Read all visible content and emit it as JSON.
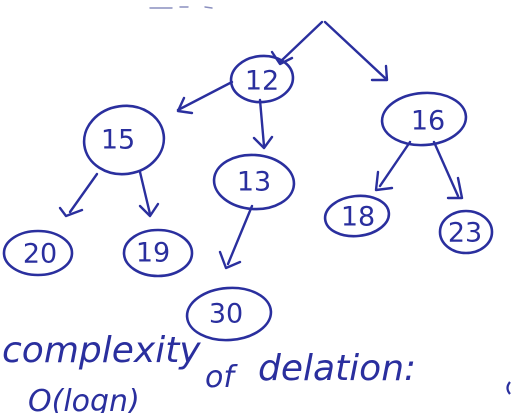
{
  "tree": {
    "nodes": [
      {
        "id": "n12",
        "label": "12"
      },
      {
        "id": "n15",
        "label": "15"
      },
      {
        "id": "n16",
        "label": "16"
      },
      {
        "id": "n13",
        "label": "13"
      },
      {
        "id": "n20",
        "label": "20"
      },
      {
        "id": "n19",
        "label": "19"
      },
      {
        "id": "n18",
        "label": "18"
      },
      {
        "id": "n23",
        "label": "23"
      },
      {
        "id": "n30",
        "label": "30"
      }
    ],
    "edges": [
      {
        "from": "top",
        "to": "n12"
      },
      {
        "from": "top",
        "to": "n16"
      },
      {
        "from": "n12",
        "to": "n15"
      },
      {
        "from": "n12",
        "to": "n13"
      },
      {
        "from": "n15",
        "to": "n20"
      },
      {
        "from": "n15",
        "to": "n19"
      },
      {
        "from": "n16",
        "to": "n18"
      },
      {
        "from": "n16",
        "to": "n23"
      },
      {
        "from": "n13",
        "to": "n30"
      }
    ]
  },
  "notes": {
    "line1_a": "complexity",
    "line1_b": "of",
    "line1_c": "delation:",
    "line2": "O(logn)"
  },
  "colors": {
    "ink": "#2a2f9e",
    "background": "#ffffff"
  }
}
